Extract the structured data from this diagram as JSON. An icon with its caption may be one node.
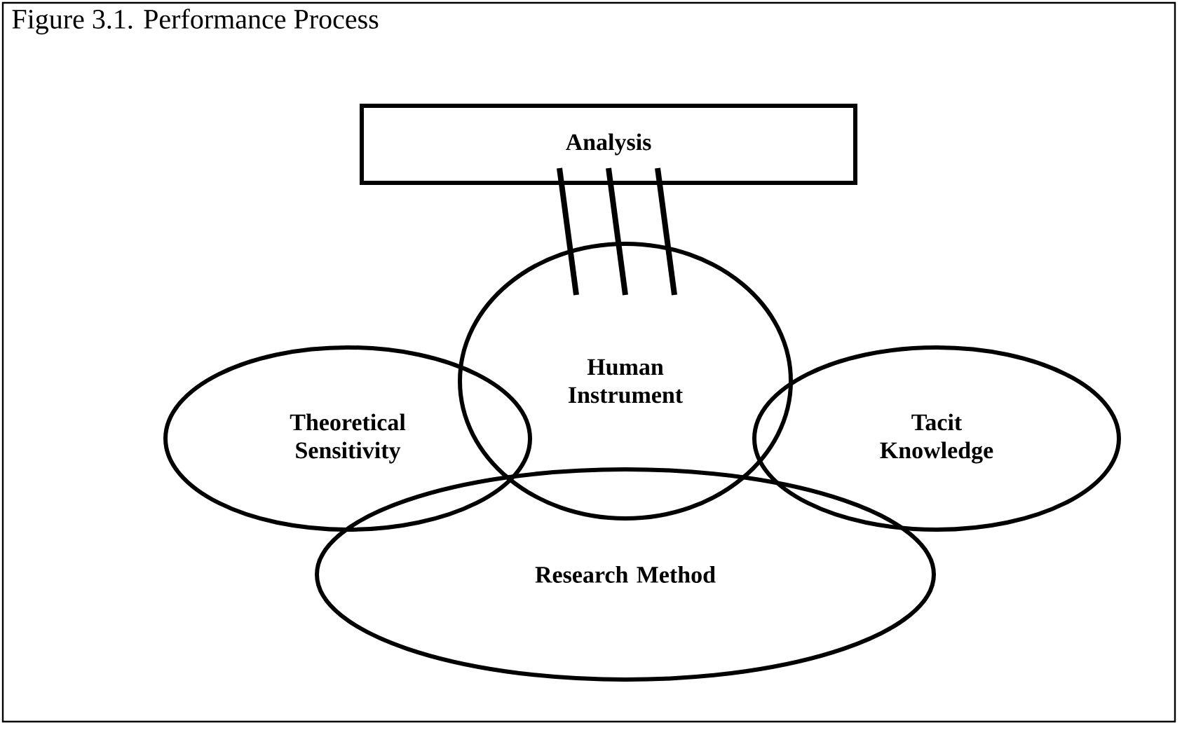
{
  "diagram": {
    "title": "Figure 3.1. Performance Process",
    "nodes": [
      {
        "text": [
          "Analysis"
        ]
      },
      {
        "text": [
          "Human Instrument"
        ]
      },
      {
        "text": [
          "Theoretical Sensitivity"
        ]
      },
      {
        "text": [
          "Tacit Knowledge"
        ]
      },
      {
        "text": [
          "Research Method"
        ]
      }
    ],
    "edges": [
      {
        "from": 0,
        "to": 1,
        "arrow": "none"
      },
      {
        "from": 0,
        "to": 1,
        "arrow": "none"
      },
      {
        "from": 0,
        "to": 1,
        "arrow": "none"
      }
    ]
  }
}
